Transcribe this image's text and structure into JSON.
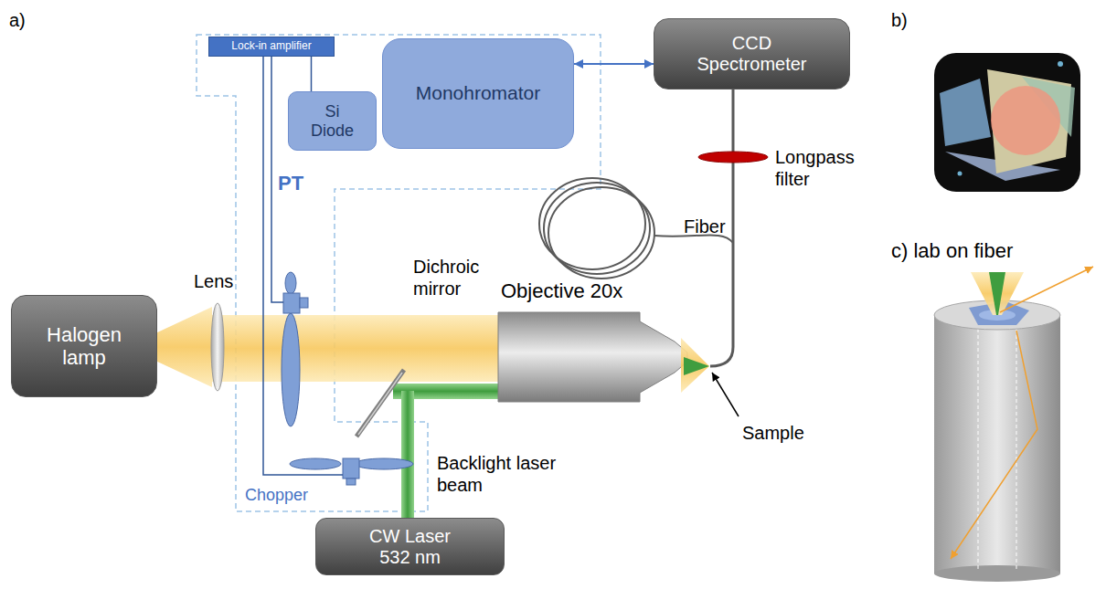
{
  "diagram": {
    "nodes": [
      {
        "text": [
          "Lock-in amplifier"
        ]
      },
      {
        "text": [
          "Monohromator"
        ]
      },
      {
        "text": [
          "Si Diode"
        ]
      },
      {
        "text": [
          "CCD Spectrometer"
        ]
      },
      {
        "text": [
          "Halogen lamp"
        ]
      },
      {
        "text": [
          "CW Laser 532 nm"
        ]
      }
    ],
    "edges": [
      {
        "from": 1,
        "to": 3,
        "arrow": "both"
      },
      {
        "from": 0,
        "to": 2,
        "arrow": "none"
      }
    ],
    "labels": [
      "a)",
      "PT",
      "Lens",
      "Dichroic mirror",
      "Objective 20x",
      "Longpass filter",
      "Fiber",
      "Backlight laser beam",
      "Chopper",
      "Sample",
      "b)",
      "c) lab on fiber"
    ]
  }
}
